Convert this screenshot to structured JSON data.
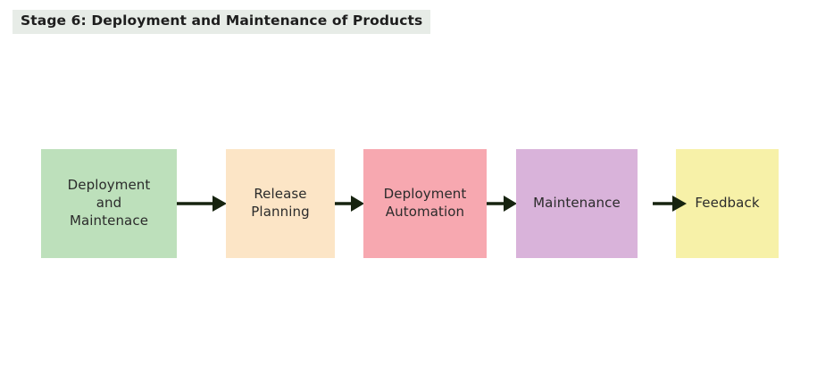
{
  "title": {
    "text": "Stage 6: Deployment and Maintenance of Products",
    "background": "#e7ece7",
    "color": "#1e1e1e"
  },
  "canvas": {
    "background": "#ffffff"
  },
  "diagram": {
    "type": "flowchart",
    "direction": "left-to-right",
    "arrow_color": "#16230f",
    "text_color": "#2b2b2b",
    "nodes": [
      {
        "id": "deployment-and-maintenace",
        "label": "Deployment\nand\nMaintenace",
        "color": "#bde0bb"
      },
      {
        "id": "release-planning",
        "label": "Release\nPlanning",
        "color": "#fce5c6"
      },
      {
        "id": "deployment-automation",
        "label": "Deployment\nAutomation",
        "color": "#f7a8b0"
      },
      {
        "id": "maintenance",
        "label": "Maintenance",
        "color": "#d9b3da"
      },
      {
        "id": "feedback",
        "label": "Feedback",
        "color": "#f7f1a8"
      }
    ],
    "edges": [
      {
        "from": "deployment-and-maintenace",
        "to": "release-planning"
      },
      {
        "from": "release-planning",
        "to": "deployment-automation"
      },
      {
        "from": "deployment-automation",
        "to": "maintenance"
      },
      {
        "from": "maintenance",
        "to": "feedback"
      }
    ]
  }
}
